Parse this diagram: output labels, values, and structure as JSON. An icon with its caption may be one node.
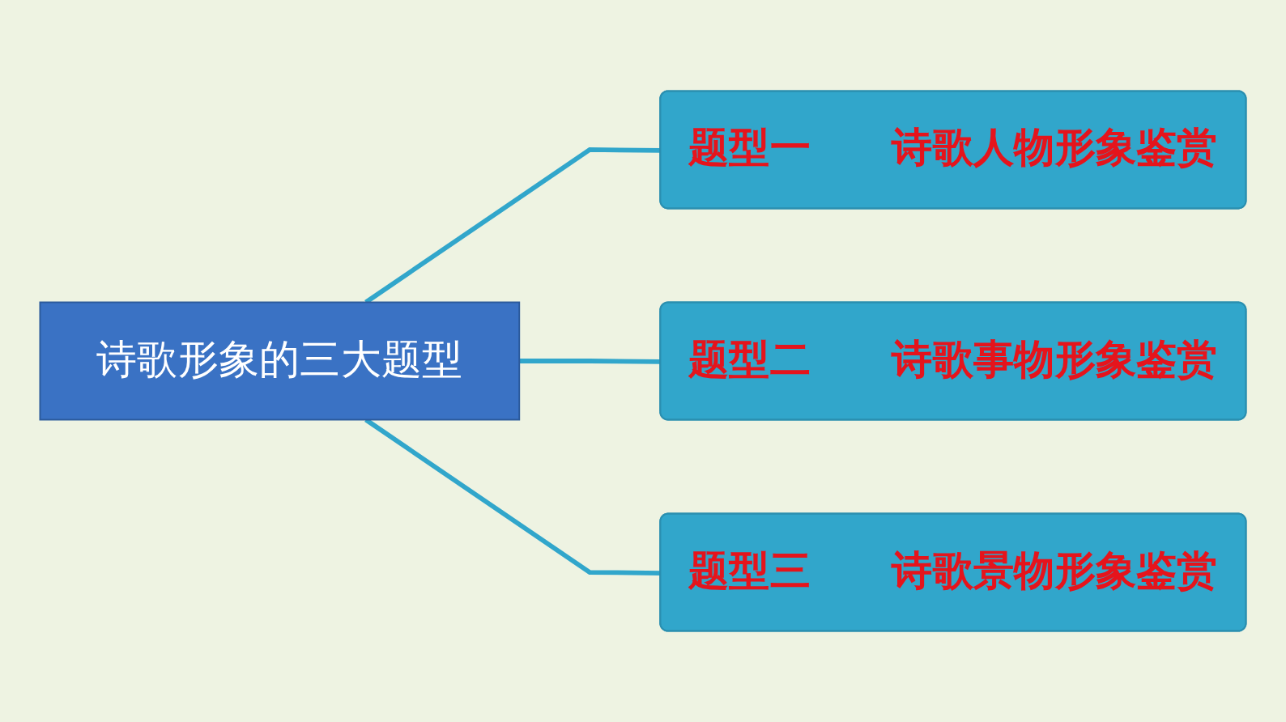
{
  "diagram": {
    "nodes": [
      {
        "text": [
          "诗歌形象的三大题型"
        ]
      },
      {
        "text": [
          "题型一　　诗歌人物形象鉴赏"
        ]
      },
      {
        "text": [
          "题型二　　诗歌事物形象鉴赏"
        ]
      },
      {
        "text": [
          "题型三　　诗歌景物形象鉴赏"
        ]
      }
    ],
    "edges": [
      {
        "from": 0,
        "to": 1,
        "arrow": "none"
      },
      {
        "from": 0,
        "to": 2,
        "arrow": "none"
      },
      {
        "from": 0,
        "to": 3,
        "arrow": "none"
      }
    ]
  }
}
